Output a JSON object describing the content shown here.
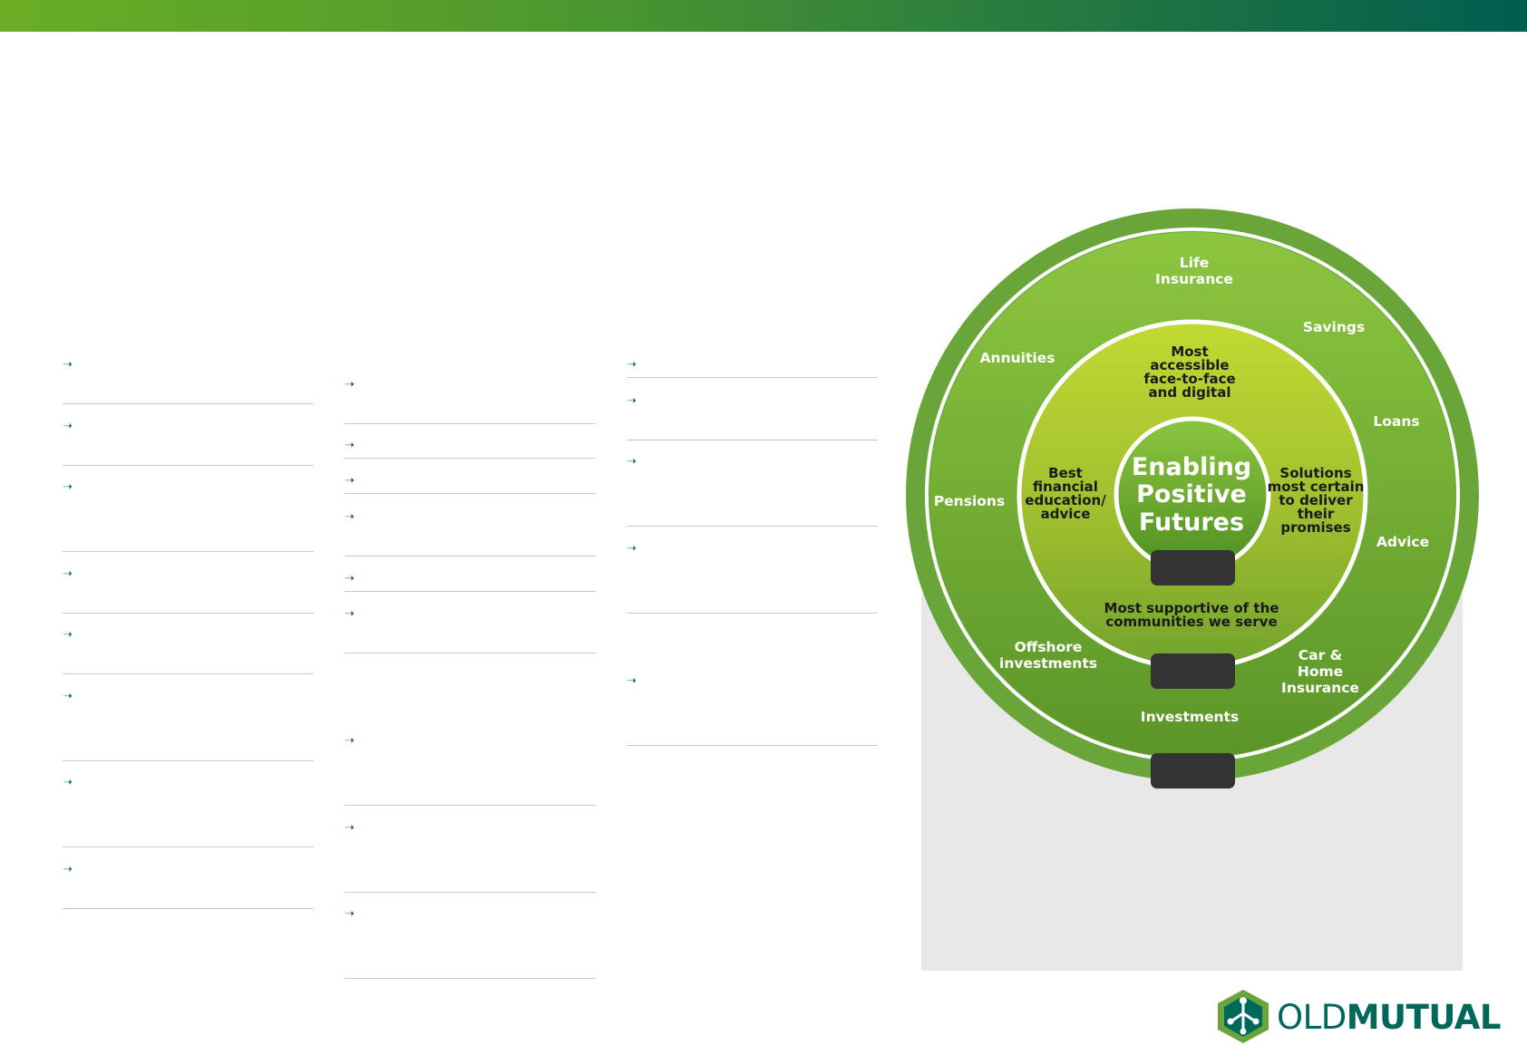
{
  "colors": {
    "brand_green": "#00685a",
    "accent_lime": "#8dc63f",
    "ring_green": "#6aa53a",
    "gray_panel": "#e8e8e8",
    "label_dark": "#333333"
  },
  "diagram": {
    "center": [
      "Enabling",
      "Positive",
      "Futures"
    ],
    "inner_ring": {
      "top": [
        "Most",
        "accessible",
        "face-to-face",
        "and digital"
      ],
      "left": [
        "Best",
        "financial",
        "education/",
        "advice"
      ],
      "right": [
        "Solutions",
        "most certain",
        "to deliver",
        "their",
        "promises"
      ],
      "bottom": [
        "Most supportive of the",
        "communities we serve"
      ]
    },
    "outer_ring": {
      "life_insurance": [
        "Life",
        "Insurance"
      ],
      "savings": "Savings",
      "loans": "Loans",
      "advice": "Advice",
      "car_home": [
        "Car &",
        "Home",
        "Insurance"
      ],
      "investments": "Investments",
      "offshore": [
        "Offshore",
        "investments"
      ],
      "pensions": "Pensions",
      "annuities": "Annuities"
    }
  },
  "logo": {
    "text_light": "OLD",
    "text_bold": "MUTUAL",
    "icon": "old-mutual-emblem-icon"
  },
  "lists": {
    "arrow_icon": "arrow-right-icon",
    "arrow_glyph": "➝"
  }
}
